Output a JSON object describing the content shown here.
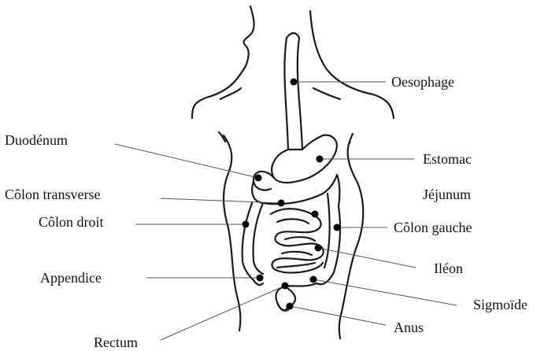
{
  "diagram": {
    "labels": {
      "oesophage": "Oesophage",
      "duodenum": "Duodénum",
      "estomac": "Estomac",
      "colon_transverse": "Côlon transverse",
      "jejunum": "Jéjunum",
      "colon_droit": "Côlon droit",
      "colon_gauche": "Côlon gauche",
      "ileon": "Iléon",
      "appendice": "Appendice",
      "sigmoide": "Sigmoïde",
      "anus": "Anus",
      "rectum": "Rectum"
    },
    "colors": {
      "ink": "#111111",
      "leader": "#555555",
      "background": "#ffffff"
    }
  }
}
